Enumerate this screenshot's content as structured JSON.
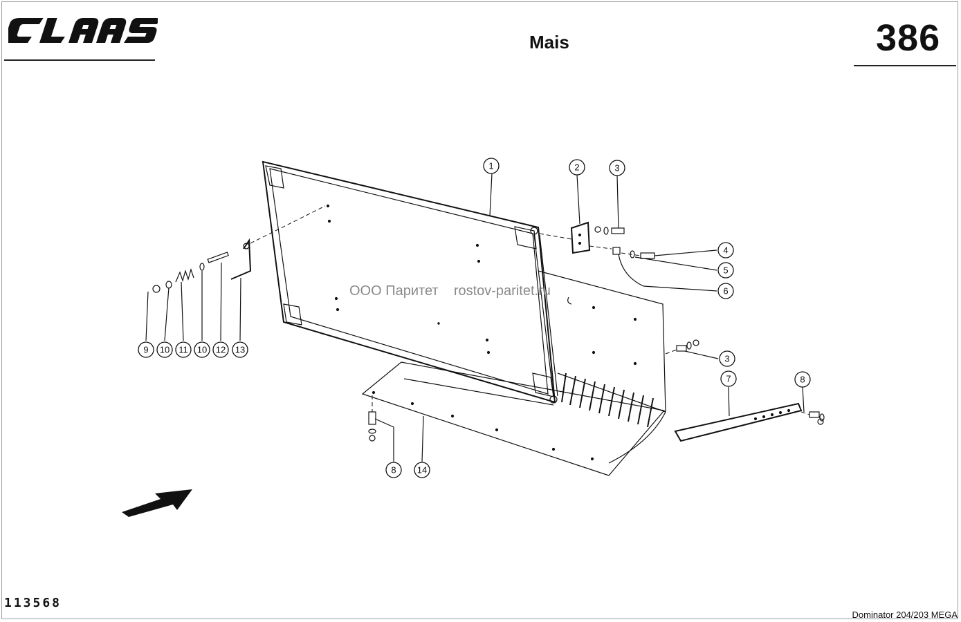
{
  "header": {
    "brand": "CLAAS",
    "title": "Mais",
    "page_number": "386"
  },
  "watermark": {
    "company": "ООО Паритет",
    "site": "rostov-paritet.ru"
  },
  "footer": {
    "drawing_number": "113568",
    "model": "Dominator 204/203 MEGA"
  },
  "callouts": [
    "1",
    "2",
    "3",
    "4",
    "5",
    "6",
    "3",
    "7",
    "8",
    "9",
    "10",
    "11",
    "10",
    "12",
    "13",
    "8",
    "14"
  ]
}
